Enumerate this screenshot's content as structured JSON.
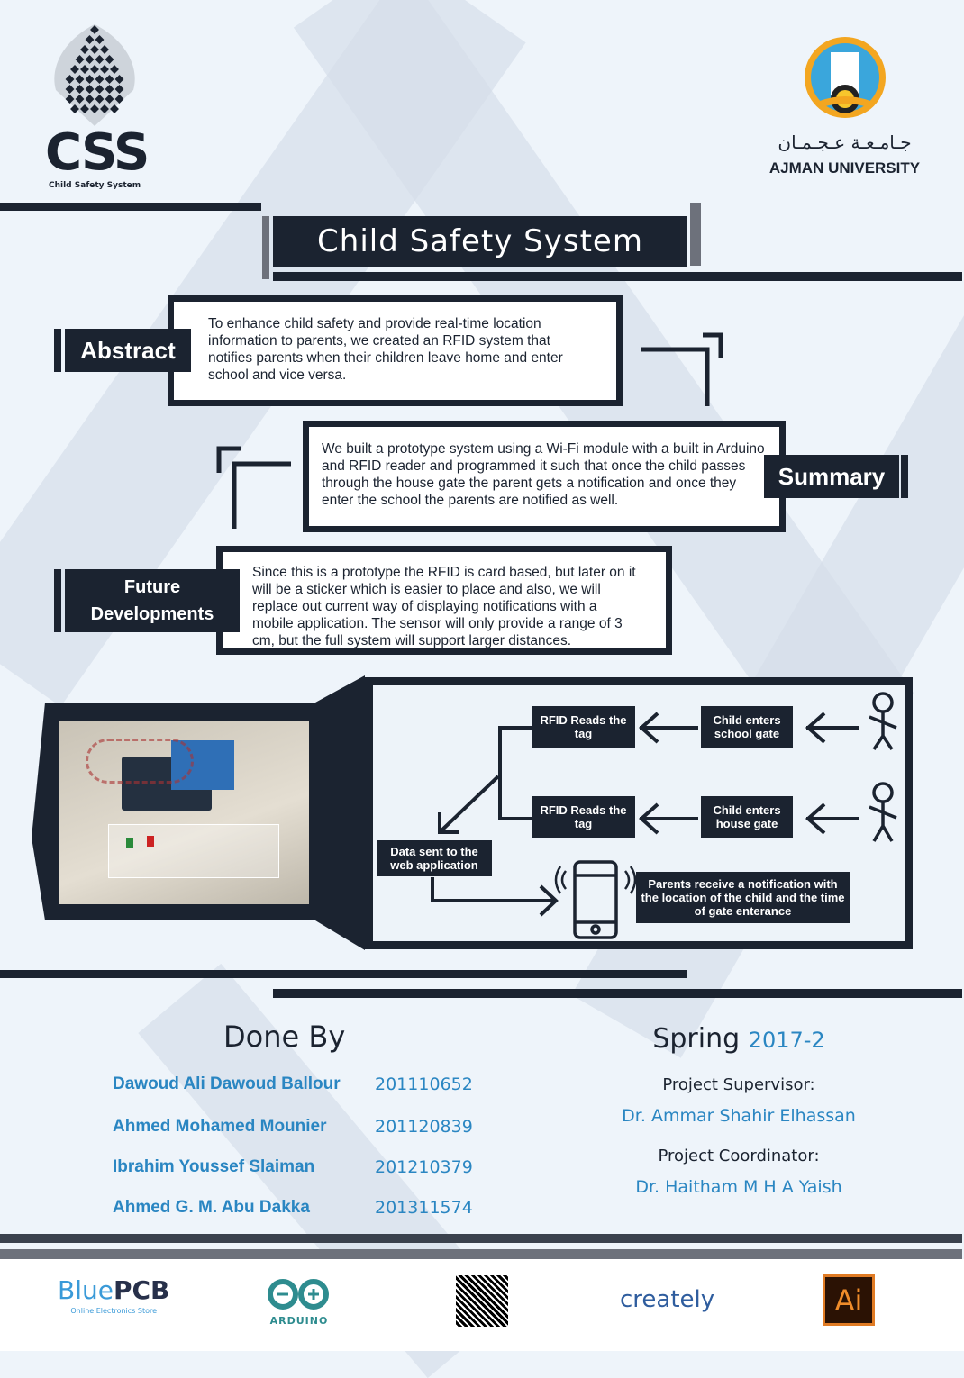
{
  "header": {
    "logo_text": "CSS",
    "logo_subtitle": "Child Safety System",
    "university_arabic": "جـامـعـة عـجـمـان",
    "university_name": "AJMAN UNIVERSITY"
  },
  "title": "Child Safety System",
  "sections": {
    "abstract": {
      "label": "Abstract",
      "text": "To enhance child safety and provide real-time location information to parents, we created an RFID system that notifies parents when their children leave home and enter school and vice versa."
    },
    "summary": {
      "label": "Summary",
      "text": "We built a prototype system using a Wi-Fi module with a built in Arduino and RFID reader and programmed it such that once the child passes through the house gate the parent gets a notification and once they enter the school the parents are notified as well."
    },
    "future": {
      "label_line1": "Future",
      "label_line2": "Developments",
      "text": "Since this is a prototype the RFID is card based, but later on it will be a sticker which is easier to place and also, we will replace out current way of displaying notifications with a mobile application. The sensor will only provide a range of 3 cm, but the full system will support larger distances."
    }
  },
  "diagram": {
    "rfid_school": "RFID Reads the tag",
    "rfid_house": "RFID Reads the tag",
    "child_school": "Child enters school gate",
    "child_house": "Child enters house gate",
    "data_sent": "Data sent to the web application",
    "parents": "Parents receive a notification with the location of the child and the time of gate enterance"
  },
  "team": {
    "heading": "Done By",
    "members": [
      {
        "name": "Dawoud Ali Dawoud Ballour",
        "id": "201110652"
      },
      {
        "name": "Ahmed Mohamed Mounier",
        "id": "201120839"
      },
      {
        "name": "Ibrahim Youssef Slaiman",
        "id": "201210379"
      },
      {
        "name": "Ahmed G. M. Abu Dakka",
        "id": "201311574"
      }
    ]
  },
  "term": {
    "season": "Spring",
    "year": "2017-2"
  },
  "supervisor": {
    "label": "Project Supervisor:",
    "name": "Dr. Ammar Shahir Elhassan"
  },
  "coordinator": {
    "label": "Project Coordinator:",
    "name": "Dr. Haitham M H A Yaish"
  },
  "sponsors": {
    "bluepcb_blue": "Blue",
    "bluepcb_dark": "PCB",
    "bluepcb_tag": "Online Electronics Store",
    "arduino": "ARDUINO",
    "creately": "creately",
    "illustrator": "Ai"
  },
  "colors": {
    "navy": "#1b2330",
    "accent_blue": "#2a86c2",
    "gray": "#6d717b"
  }
}
